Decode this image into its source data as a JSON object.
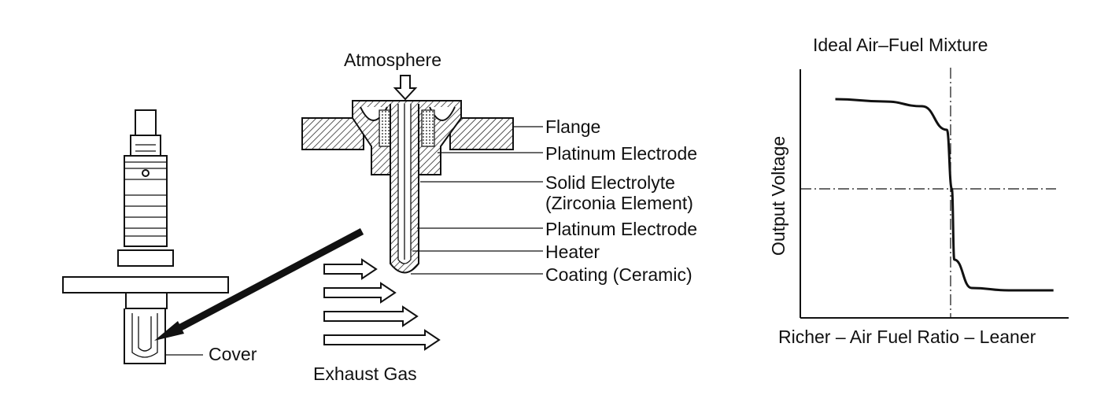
{
  "sensor": {
    "atmosphere_label": "Atmosphere",
    "cover_label": "Cover",
    "exhaust_label": "Exhaust Gas",
    "callouts": [
      "Flange",
      "Platinum Electrode",
      "Solid Electrolyte",
      "(Zirconia Element)",
      "Platinum Electrode",
      "Heater",
      "Coating (Ceramic)"
    ]
  },
  "graph": {
    "title": "Ideal Air–Fuel Mixture",
    "ylabel": "Output Voltage",
    "xlabel": "Richer – Air Fuel Ratio – Leaner"
  },
  "chart_data": {
    "type": "line",
    "title": "Ideal Air–Fuel Mixture",
    "xlabel": "Richer – Air Fuel Ratio – Leaner",
    "ylabel": "Output Voltage",
    "series": [
      {
        "values": [
          {
            "x": 0.1,
            "y": 0.88
          },
          {
            "x": 0.3,
            "y": 0.87
          },
          {
            "x": 0.45,
            "y": 0.85
          },
          {
            "x": 0.55,
            "y": 0.75
          },
          {
            "x": 0.57,
            "y": 0.5
          },
          {
            "x": 0.58,
            "y": 0.2
          },
          {
            "x": 0.65,
            "y": 0.08
          },
          {
            "x": 0.8,
            "y": 0.07
          },
          {
            "x": 0.98,
            "y": 0.07
          }
        ]
      }
    ],
    "xlim": [
      0,
      1
    ],
    "ylim": [
      0,
      1
    ],
    "reference_lines": {
      "vertical_x": 0.565,
      "horizontal_y": 0.5
    },
    "ticks_shown": false
  }
}
